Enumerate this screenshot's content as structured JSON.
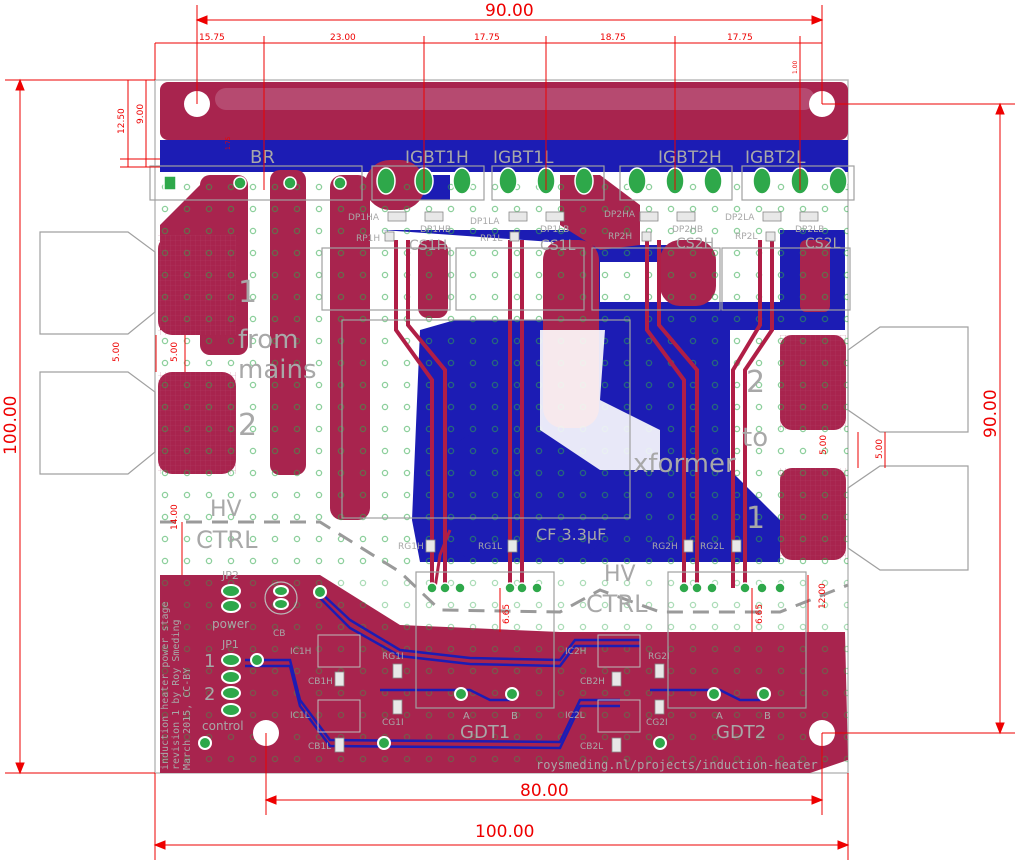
{
  "dimensions": {
    "top_overall": "90.00",
    "top_segments": [
      "15.75",
      "23.00",
      "17.75",
      "18.75",
      "17.75"
    ],
    "top_small": "1.00",
    "left_overall": "100.00",
    "left_small_a": "12.50",
    "left_small_b": "9.00",
    "left_small_c": "1.75",
    "right_overall": "90.00",
    "bottom_inner": "80.00",
    "bottom_overall": "100.00",
    "pad_gap_left_a": "5.00",
    "pad_gap_left_b": "5.00",
    "pad_gap_right": "5.00",
    "pad_gap_right_b": "5.00",
    "ctrl_height": "14.00",
    "gdt_gap_a": "6.65",
    "gdt_gap_b": "6.65",
    "ctrl_height_b": "12.00"
  },
  "labels": {
    "br": "BR",
    "igbt1h": "IGBT1H",
    "igbt1l": "IGBT1L",
    "igbt2h": "IGBT2H",
    "igbt2l": "IGBT2L",
    "dp1ha": "DP1HA",
    "dp1hb": "DP1HB",
    "dp1la": "DP1LA",
    "dp1lb": "DP1LB",
    "dp2ha": "DP2HA",
    "dp2hb": "DP2HB",
    "dp2la": "DP2LA",
    "dp2lb": "DP2LB",
    "rp1h": "RP1H",
    "rp1l": "RP1L",
    "rp2h": "RP2H",
    "rp2l": "RP2L",
    "cs1h": "CS1H",
    "cs1l": "CS1L",
    "cs2h": "CS2H",
    "cs2l": "CS2L",
    "mains_1": "1",
    "mains_2": "2",
    "from_mains": "from",
    "from_mains_2": "mains",
    "xformer_2": "2",
    "xformer_1": "1",
    "to_xformer": "to",
    "to_xformer_2": "xformer",
    "hv": "HV",
    "ctrl": "CTRL",
    "hv_b": "HV",
    "ctrl_b": "CTRL",
    "cf": "CF 3.3µF",
    "rg1h": "RG1H",
    "rg1l": "RG1L",
    "rg2h": "RG2H",
    "rg2l": "RG2L",
    "jp2": "JP2",
    "power": "power",
    "cb": "CB",
    "jp1": "JP1",
    "control": "control",
    "jp1_1": "1",
    "jp1_2": "2",
    "ic1h": "IC1H",
    "cb1h": "CB1H",
    "ic1l": "IC1L",
    "cb1l": "CB1L",
    "rg1i": "RG1I",
    "cg1i": "CG1I",
    "ic2h": "IC2H",
    "cb2h": "CB2H",
    "ic2l": "IC2L",
    "cb2l": "CB2L",
    "rg2i": "RG2I",
    "cg2i": "CG2I",
    "gdt1": "GDT1",
    "gdt2": "GDT2",
    "gdt_a": "A",
    "gdt_b": "B",
    "gdt2_a": "A",
    "gdt2_b": "B",
    "url": "roysmeding.nl/projects/induction-heater",
    "credits": [
      "induction heater power stage",
      "revision 1 by Roy Smeding",
      "March 2015, CC-BY"
    ]
  },
  "colors": {
    "board_bg": "#ffffff",
    "copper_top": "#a8244e",
    "copper_bottom": "#1c1cb4",
    "trace": "#b01e46",
    "dimension": "#ee0000",
    "silkscreen": "#9a9a9a",
    "pad": "#2ea84a",
    "outline": "#a0a0a0"
  }
}
